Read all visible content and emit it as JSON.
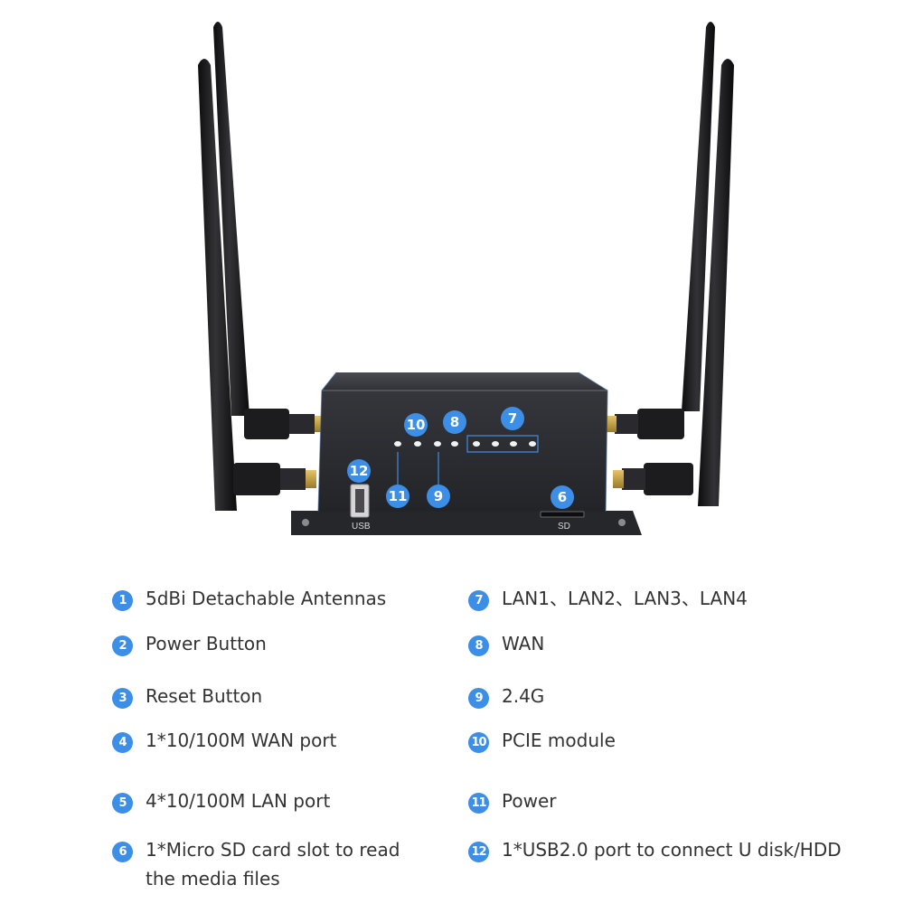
{
  "colors": {
    "badge": "#3d8ee6",
    "text": "#333333",
    "router_body": "#2b2c30",
    "antenna": "#1a1a1c",
    "background": "#ffffff"
  },
  "device": {
    "usb_port_label": "USB",
    "sd_slot_label": "SD",
    "callouts": [
      "12",
      "11",
      "10",
      "9",
      "8",
      "7",
      "6"
    ]
  },
  "legend": {
    "left": [
      {
        "number": "1",
        "text": "5dBi Detachable Antennas"
      },
      {
        "number": "2",
        "text": "Power Button"
      },
      {
        "number": "3",
        "text": "Reset Button"
      },
      {
        "number": "4",
        "text": "1*10/100M WAN port"
      },
      {
        "number": "5",
        "text": "4*10/100M LAN port"
      },
      {
        "number": "6",
        "text": "1*Micro SD card slot to read\nthe media files"
      }
    ],
    "right": [
      {
        "number": "7",
        "text": "LAN1、LAN2、LAN3、LAN4"
      },
      {
        "number": "8",
        "text": "WAN"
      },
      {
        "number": "9",
        "text": "2.4G"
      },
      {
        "number": "10",
        "text": "PCIE module"
      },
      {
        "number": "11",
        "text": "Power"
      },
      {
        "number": "12",
        "text": "1*USB2.0 port to connect U disk/HDD"
      }
    ]
  }
}
